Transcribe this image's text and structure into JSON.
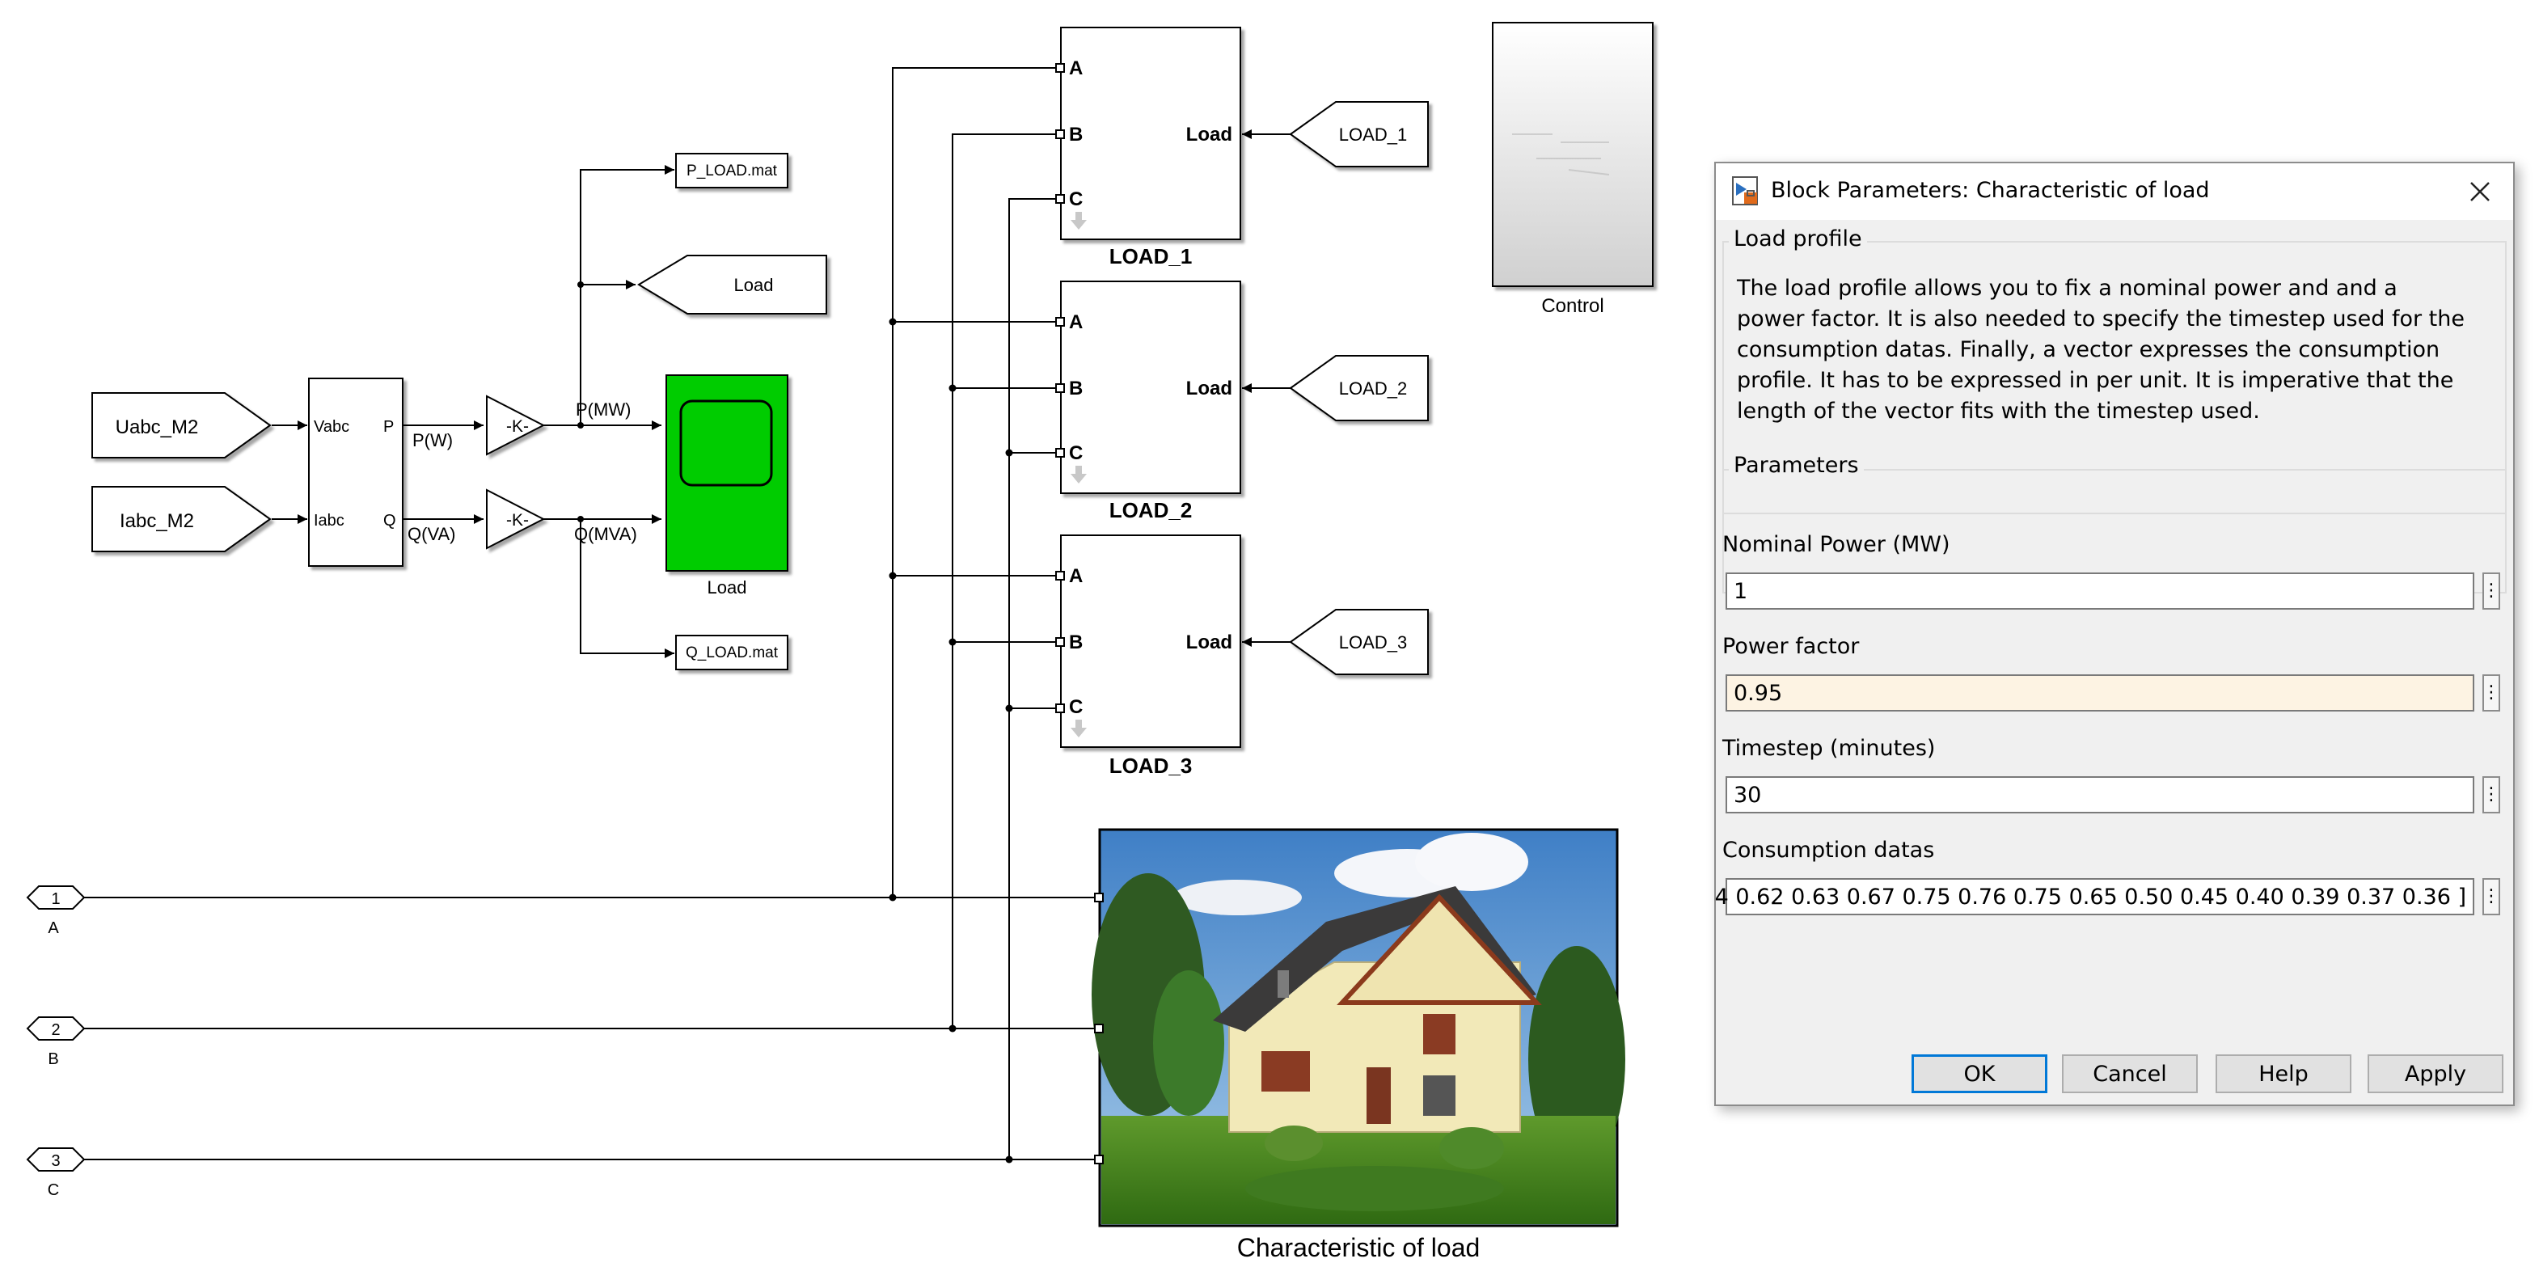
{
  "diagram": {
    "input_tags": [
      {
        "name": "Uabc_M2"
      },
      {
        "name": "Iabc_M2"
      }
    ],
    "power_block": {
      "port_in_1": "Vabc",
      "port_in_2": "Iabc",
      "port_out_1": "P",
      "port_out_2": "Q"
    },
    "signals": {
      "p_w": "P(W)",
      "q_va": "Q(VA)",
      "p_mw": "P(MW)",
      "q_mva": "Q(MVA)"
    },
    "gains": [
      "-K-",
      "-K-"
    ],
    "to_files": [
      "P_LOAD.mat",
      "Q_LOAD.mat"
    ],
    "goto_load": "Load",
    "scope": {
      "label": "Load",
      "color": "#00cc00"
    },
    "loads": [
      {
        "label": "LOAD_1",
        "ports": [
          "A",
          "B",
          "C"
        ],
        "out_port": "Load",
        "tag": "LOAD_1"
      },
      {
        "label": "LOAD_2",
        "ports": [
          "A",
          "B",
          "C"
        ],
        "out_port": "Load",
        "tag": "LOAD_2"
      },
      {
        "label": "LOAD_3",
        "ports": [
          "A",
          "B",
          "C"
        ],
        "out_port": "Load",
        "tag": "LOAD_3"
      }
    ],
    "control_block": {
      "label": "Control"
    },
    "phase_ports": [
      {
        "number": "1",
        "label": "A"
      },
      {
        "number": "2",
        "label": "B"
      },
      {
        "number": "3",
        "label": "C"
      }
    ],
    "house_block": {
      "label": "Characteristic of load"
    }
  },
  "dialog": {
    "title": "Block Parameters: Characteristic of load",
    "group_load_profile": "Load profile",
    "description": "The load profile allows you to fix a nominal power and and a power factor. It is also needed to specify the timestep used for the consumption datas. Finally, a vector expresses the consumption profile. It has to be expressed in per unit. It is imperative that the length of the vector fits with the timestep used.",
    "group_parameters": "Parameters",
    "fields": [
      {
        "label": "Nominal Power (MW)",
        "value": "1"
      },
      {
        "label": "Power factor",
        "value": "0.95"
      },
      {
        "label": "Timestep (minutes)",
        "value": "30"
      },
      {
        "label": "Consumption datas",
        "value": "4 0.62 0.63 0.67 0.75 0.76 0.75 0.65 0.50 0.45 0.40 0.39 0.37 0.36 ]"
      }
    ],
    "more_glyph": "⋮",
    "buttons": {
      "ok": "OK",
      "cancel": "Cancel",
      "help": "Help",
      "apply": "Apply"
    }
  }
}
